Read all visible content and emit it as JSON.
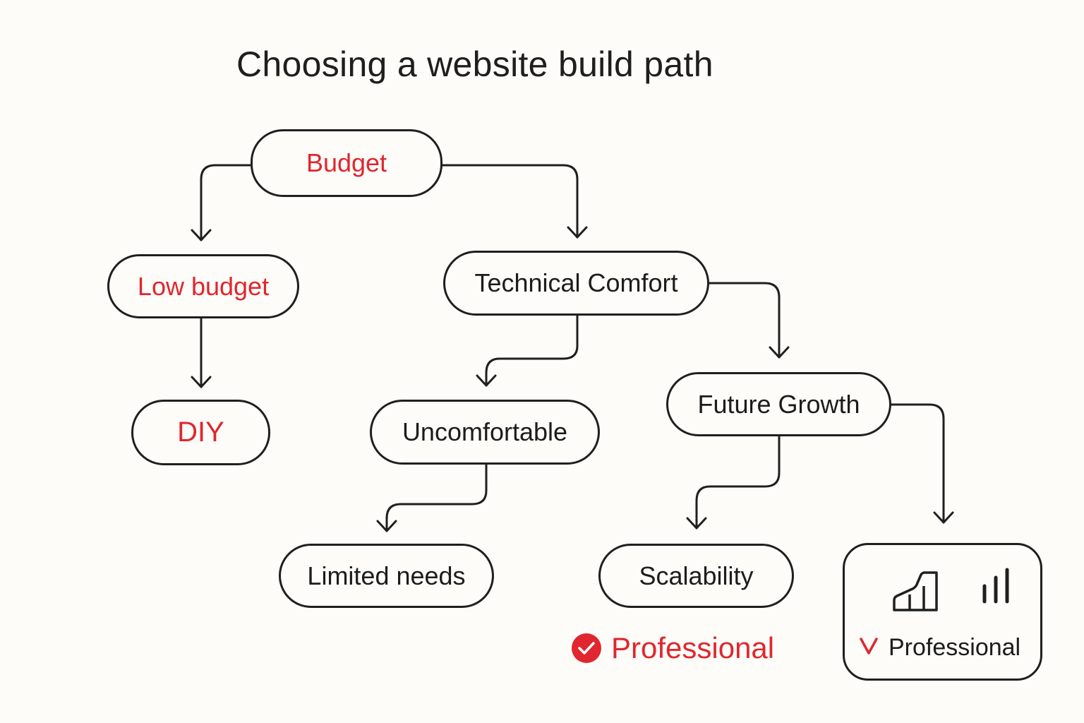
{
  "diagram": {
    "title": "Choosing a website build path",
    "nodes": {
      "budget": "Budget",
      "low_budget": "Low budget",
      "diy": "DIY",
      "technical_comfort": "Technical Comfort",
      "uncomfortable": "Uncomfortable",
      "limited_needs": "Limited needs",
      "future_growth": "Future Growth",
      "scalability": "Scalability"
    },
    "outcomes": {
      "professional_checked": "Professional",
      "professional_box": "Professional"
    },
    "icons": {
      "check": "check-circle-icon",
      "rising_chart": "rising-chart-icon",
      "bar_chart": "bar-chart-icon",
      "v_mark": "v-mark-icon"
    },
    "colors": {
      "accent": "#e0262e",
      "stroke": "#1f1f1f",
      "text": "#1c1c1c",
      "background": "#fdfcf8"
    }
  }
}
